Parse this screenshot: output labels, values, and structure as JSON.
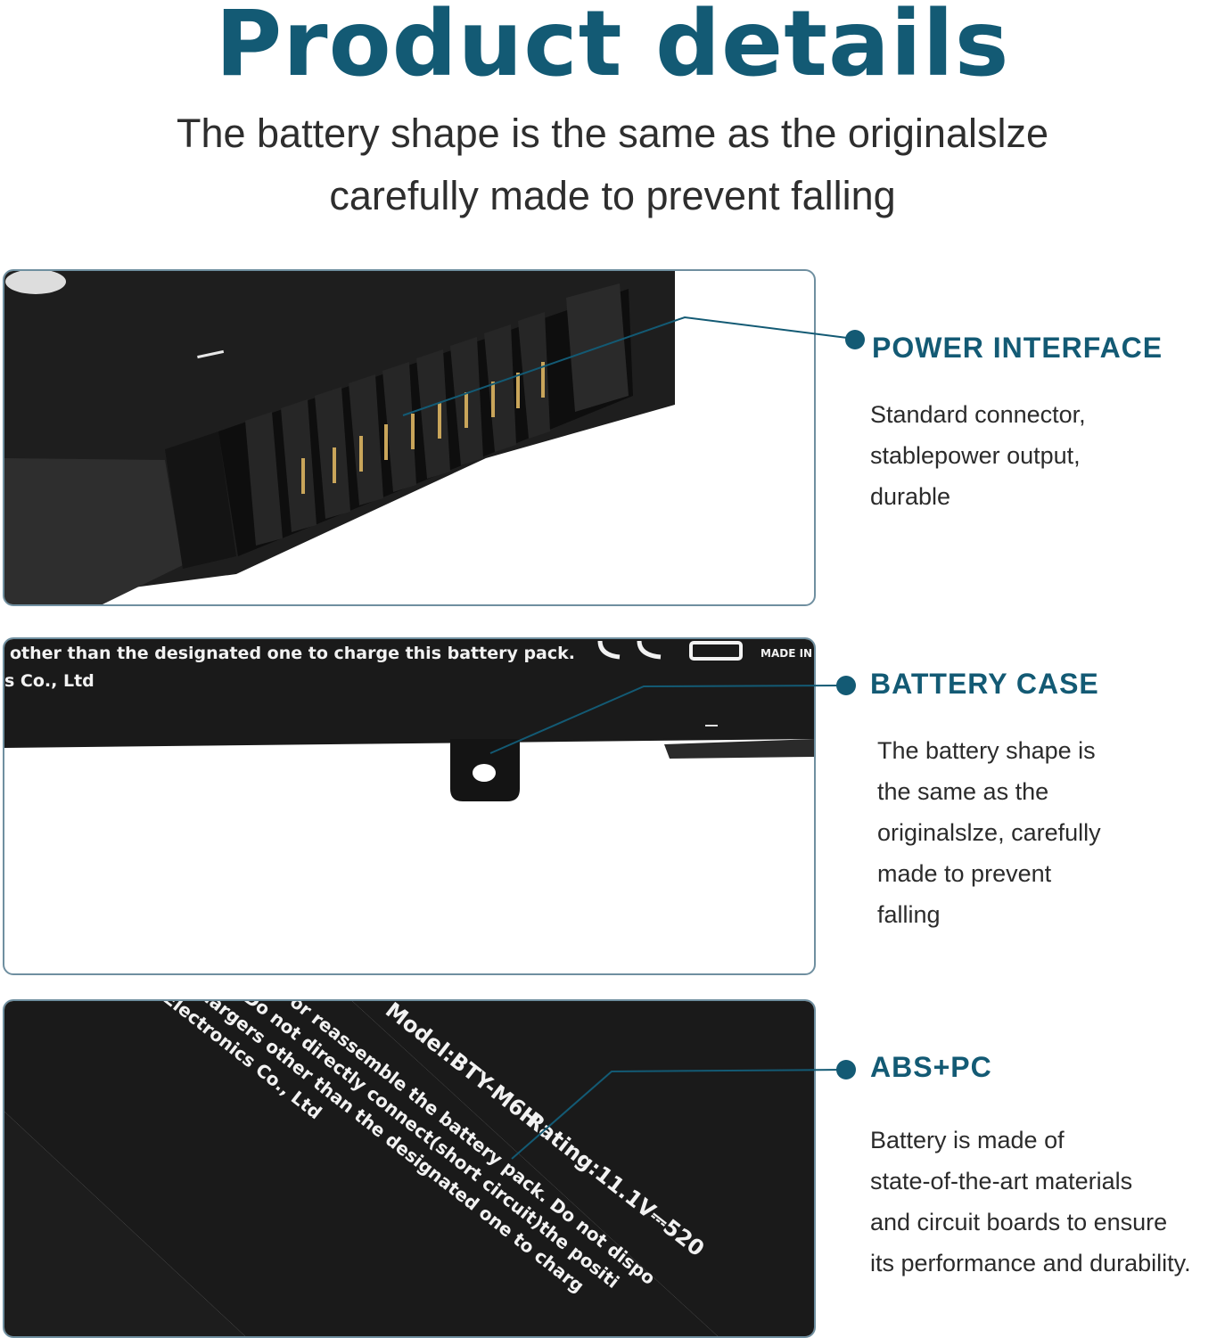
{
  "header": {
    "title": "Product details",
    "subtitle_line1": "The battery shape is the same as the originalslze",
    "subtitle_line2": "carefully made  to prevent falling"
  },
  "features": [
    {
      "title": "POWER INTERFACE",
      "lines": [
        "Standard connector,",
        "stablepower output,",
        "durable"
      ]
    },
    {
      "title": "BATTERY CASE",
      "lines": [
        "The battery shape is",
        "the same as the",
        "originalslze, carefully",
        "made to prevent",
        "falling"
      ]
    },
    {
      "title": "ABS+PC",
      "lines": [
        "Battery is made of",
        "state-of-the-art materials",
        "and circuit boards to ensure",
        "its performance and durability."
      ]
    }
  ],
  "battery_labels": {
    "case_line1": "other than the designated one to charge this battery pack.",
    "case_line2": "s Co., Ltd",
    "case_made_in": "MADE IN",
    "abs_line_pack": "ack",
    "abs_line1": "ssemble or reassemble the battery pack. Do not dispo",
    "abs_line2": "e heat. Do not directly connect(short circuit)the positi",
    "abs_line3": "ttery chargers other than the designated one to charg",
    "abs_line4": "Lewe Electronics Co., Ltd",
    "abs_model": "Model:BTY-M6H",
    "abs_rating": "Rating:11.1V⎓520"
  },
  "colors": {
    "accent": "#135a74",
    "panel_border": "#6f8fa0",
    "battery_body": "#1a1a1a"
  }
}
